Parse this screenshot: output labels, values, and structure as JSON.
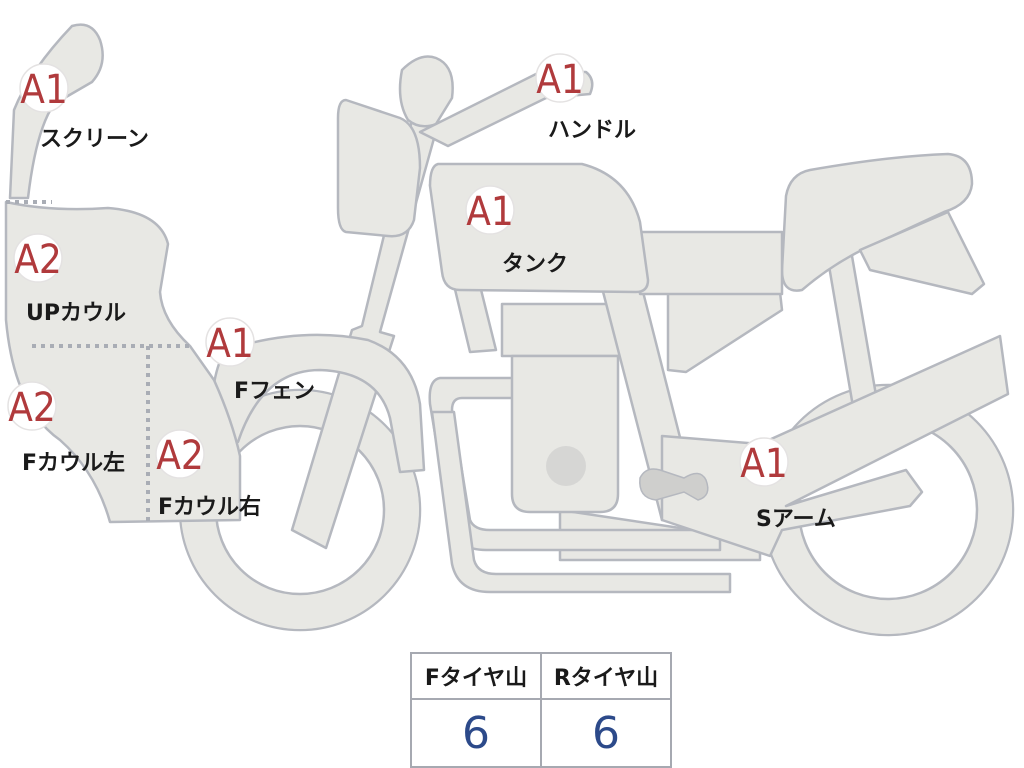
{
  "parts": [
    {
      "id": "screen",
      "grade": "A1",
      "label": "スクリーン"
    },
    {
      "id": "handle",
      "grade": "A1",
      "label": "ハンドル"
    },
    {
      "id": "tank",
      "grade": "A1",
      "label": "タンク"
    },
    {
      "id": "up-cowl",
      "grade": "A2",
      "label": "UPカウル"
    },
    {
      "id": "f-fender",
      "grade": "A1",
      "label": "Fフェン"
    },
    {
      "id": "f-cowl-left",
      "grade": "A2",
      "label": "Fカウル左"
    },
    {
      "id": "f-cowl-right",
      "grade": "A2",
      "label": "Fカウル右"
    },
    {
      "id": "swing-arm",
      "grade": "A1",
      "label": "Sアーム"
    }
  ],
  "tread": {
    "front_label": "Fタイヤ山",
    "rear_label": "Rタイヤ山",
    "front_value": "6",
    "rear_value": "6"
  },
  "colors": {
    "grade_text": "#b03a3c",
    "value_text": "#2c4a8a",
    "part_fill": "#e8e8e4",
    "part_outline": "#b5b8bf"
  }
}
